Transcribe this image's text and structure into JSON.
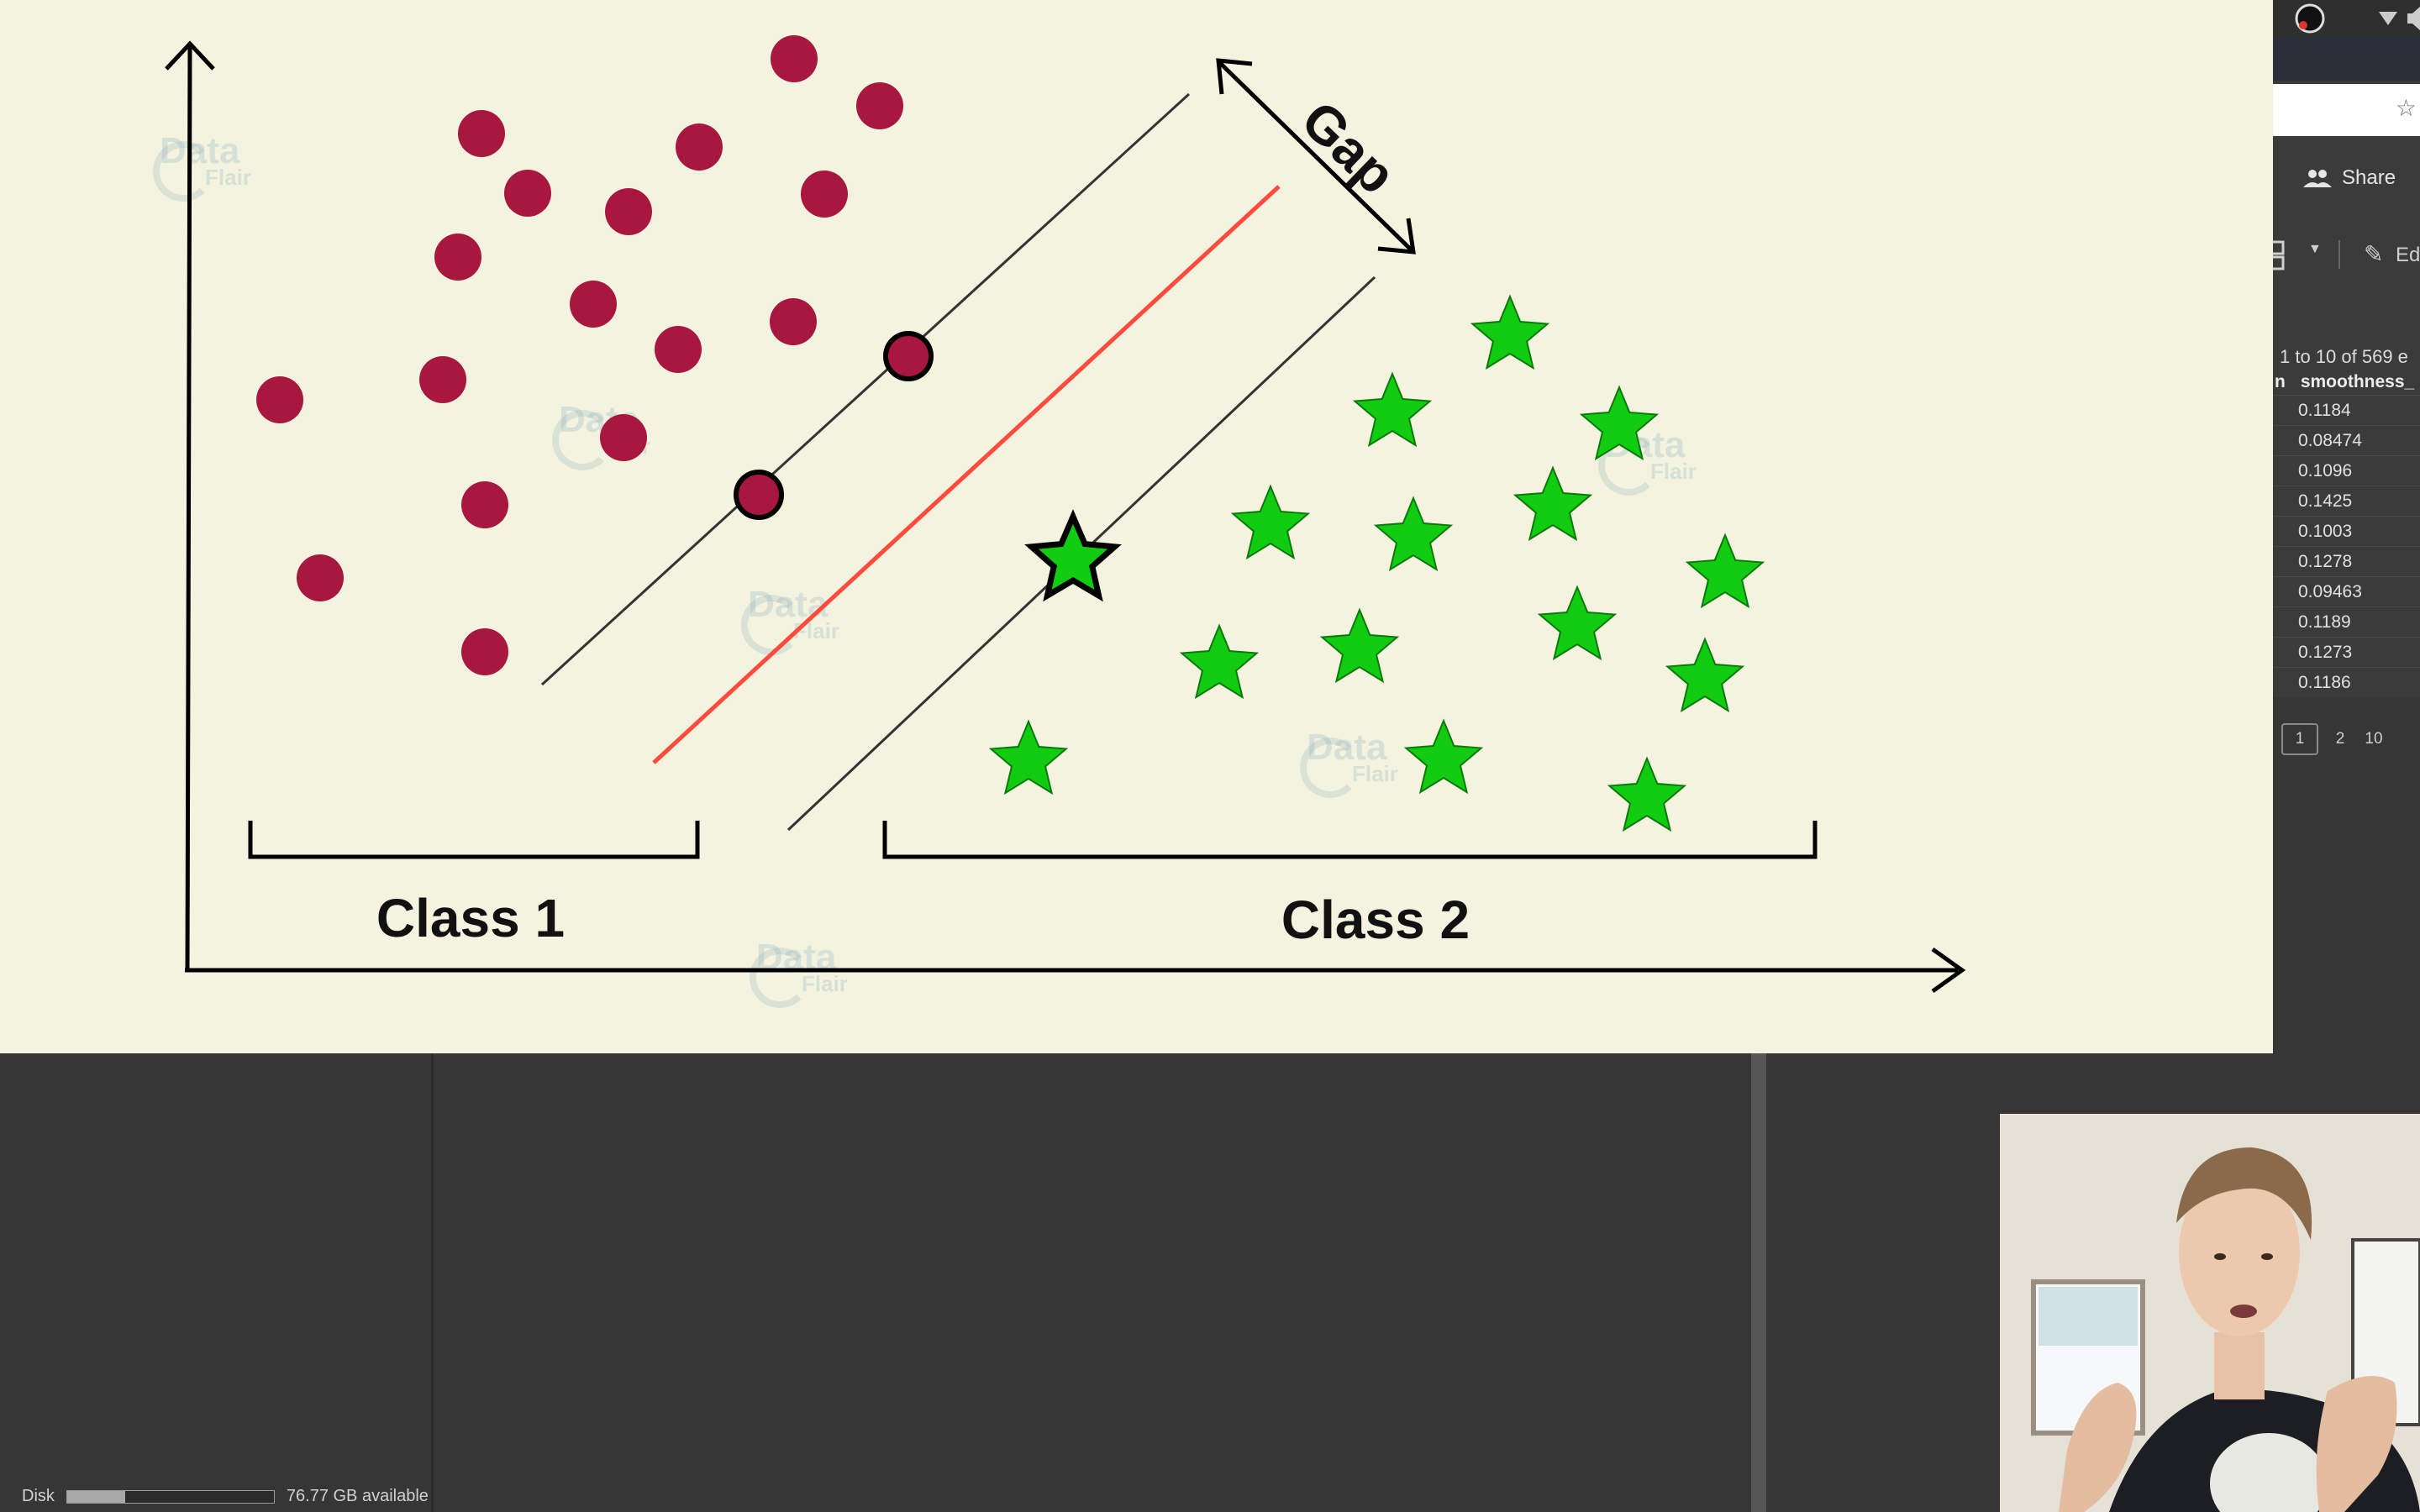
{
  "slide": {
    "gap_label": "Gap",
    "class1_label": "Class 1",
    "class2_label": "Class 2",
    "watermark_line1": "Data",
    "watermark_line2": "Flair",
    "colors": {
      "background": "#f3f3df",
      "class1_dot": "#a8173f",
      "class2_star": "#12cc12",
      "hyperplane": "#ff4a3d"
    }
  },
  "panel": {
    "share_label": "Share",
    "share_icon": "people-icon",
    "edit_label": "Edi",
    "table_count": "1 to 10 of 569 e",
    "column_header_prefix": "n",
    "column_header": "smoothness_",
    "values": [
      "0.1184",
      "0.08474",
      "0.1096",
      "0.1425",
      "0.1003",
      "0.1278",
      "0.09463",
      "0.1189",
      "0.1273",
      "0.1186"
    ],
    "pages": [
      "1",
      "2",
      "10"
    ]
  },
  "status": {
    "disk_label": "Disk",
    "disk_available": "76.77 GB available",
    "disk_used_fraction": 0.28
  },
  "webcam": {
    "description_icon": "presenter-video-icon"
  }
}
